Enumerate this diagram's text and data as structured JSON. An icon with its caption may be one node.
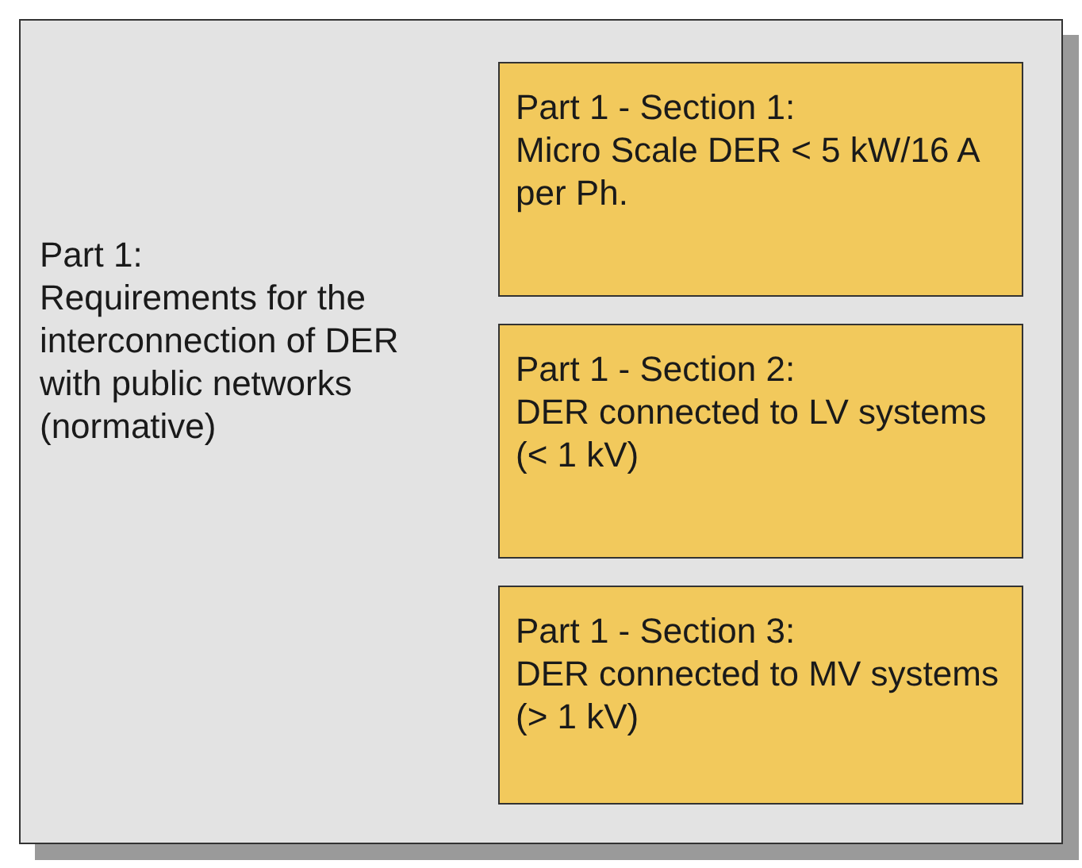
{
  "diagram": {
    "nodes": [
      {
        "text": [
          "Part 1:",
          "Requirements for the interconnection of DER with public networks (normative)"
        ]
      },
      {
        "text": [
          "Part 1 - Section 1:",
          "Micro Scale DER < 5 kW/16 A per Ph."
        ],
        "in": 0
      },
      {
        "text": [
          "Part 1 - Section 2:",
          "DER connected to LV systems (< 1 kV)"
        ],
        "in": 0
      },
      {
        "text": [
          "Part 1 - Section 3:",
          "DER connected to MV systems (> 1 kV)"
        ],
        "in": 0
      }
    ]
  }
}
